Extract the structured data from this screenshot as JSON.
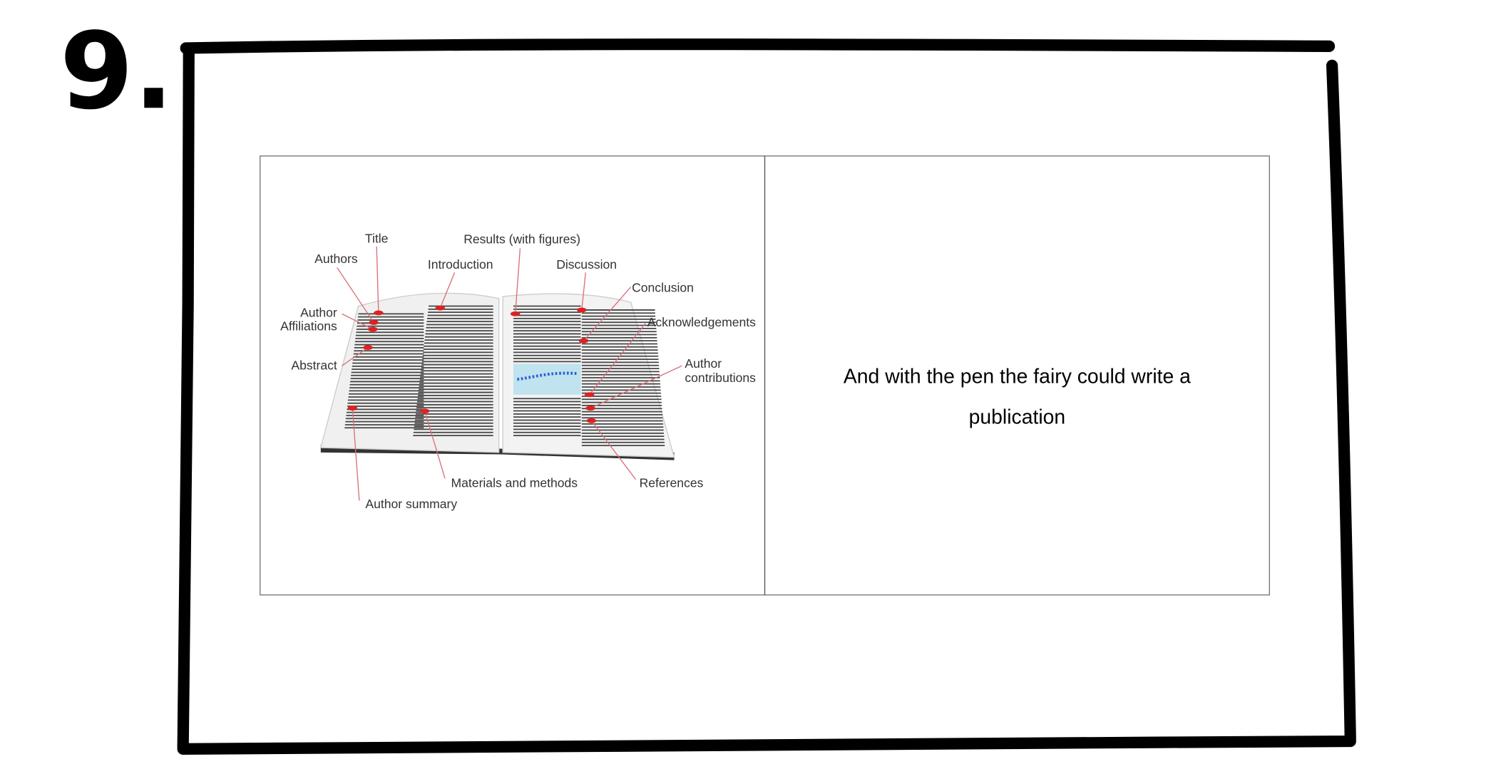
{
  "panel_number": "9.",
  "illustration": {
    "labels": {
      "title": "Title",
      "authors": "Authors",
      "author_affiliations_1": "Author",
      "author_affiliations_2": "Affiliations",
      "abstract": "Abstract",
      "introduction": "Introduction",
      "results": "Results (with figures)",
      "discussion": "Discussion",
      "conclusion": "Conclusion",
      "acknowledgements": "Acknowledgements",
      "author_contributions_1": "Author",
      "author_contributions_2": "contributions",
      "materials_methods": "Materials and methods",
      "references": "References",
      "author_summary": "Author summary"
    }
  },
  "caption": {
    "line1": "And with the pen the fairy could write a",
    "line2": "publication"
  }
}
